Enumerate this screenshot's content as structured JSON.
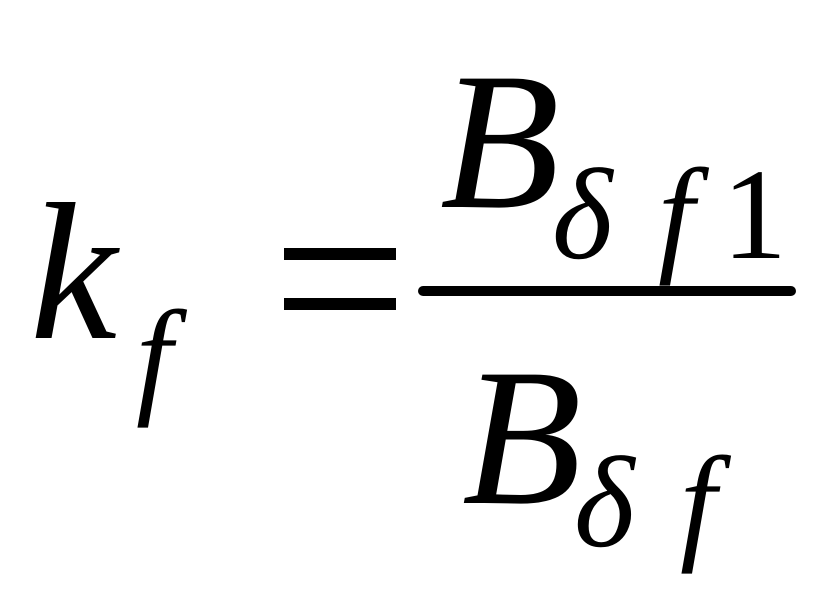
{
  "formula": {
    "lhs": {
      "symbol": "k",
      "subscript": "f"
    },
    "equals": "=",
    "numerator": {
      "symbol": "B",
      "subscript_greek": "δ",
      "subscript_var": "f",
      "subscript_index": "1"
    },
    "denominator": {
      "symbol": "B",
      "subscript_greek": "δ",
      "subscript_var": "f"
    }
  }
}
